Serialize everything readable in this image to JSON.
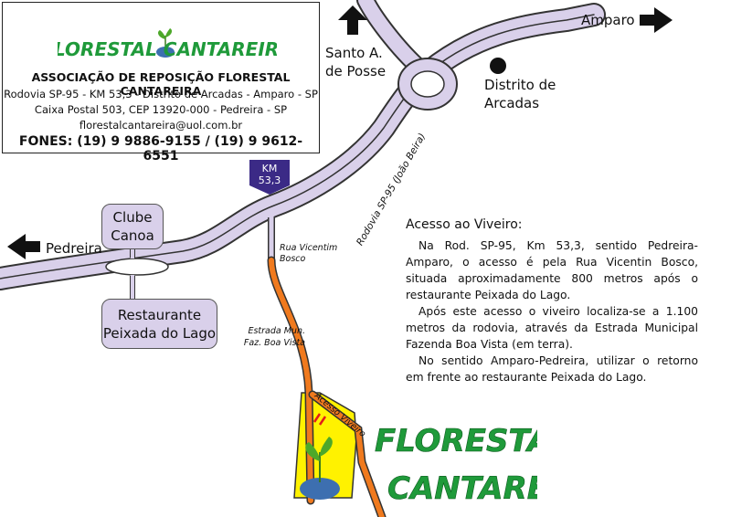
{
  "header": {
    "logo_text": "FLORESTAL CANTAREIRA",
    "organization": "ASSOCIAÇÃO DE REPOSIÇÃO FLORESTAL CANTAREIRA",
    "address_line1": "Rodovia SP-95 - KM 53,3 - Distrito de Arcadas - Amparo - SP",
    "address_line2": "Caixa Postal 503, CEP 13920-000 - Pedreira - SP",
    "email": "florestalcantareira@uol.com.br",
    "phones": "FONES: (19) 9 9886-9155 / (19) 9 9612-6551"
  },
  "map": {
    "destinations": {
      "santo_a_line1": "Santo A.",
      "santo_a_line2": "de Posse",
      "amparo": "Amparo",
      "pedreira": "Pedreira",
      "distrito_line1": "Distrito de",
      "distrito_line2": "Arcadas"
    },
    "km_marker": {
      "line1": "KM",
      "line2": "53,3"
    },
    "boxes": {
      "clube_line1": "Clube",
      "clube_line2": "Canoa",
      "restaurante_line1": "Restaurante",
      "restaurante_line2": "Peixada do Lago"
    },
    "road_labels": {
      "rodovia": "Rodovia SP-95 (João Beira)",
      "rua_line1": "Rua Vicentim",
      "rua_line2": "Bosco",
      "estrada_line1": "Estrada Mun.",
      "estrada_line2": "Faz. Boa Vista",
      "acesso": "Acesso Viveiro"
    },
    "big_logo_line1": "FLORESTAL",
    "big_logo_line2": "CANTAREIRA",
    "colors": {
      "highway_fill": "#d9d0ea",
      "access_road": "#f07a1e",
      "nursery_area": "#fff200",
      "km_badge": "#3b2a86",
      "logo_green": "#1f9a3a"
    }
  },
  "info": {
    "title": "Acesso ao Viveiro:",
    "paragraph1": "Na Rod. SP-95, Km 53,3, sentido Pedreira-Amparo, o acesso é pela Rua Vicentin Bosco, situada aproximadamente 800 metros após o restaurante Peixada do Lago.",
    "paragraph2": "Após este acesso o viveiro localiza-se a 1.100 metros da rodovia, através da Estrada Municipal Fazenda Boa Vista (em terra).",
    "paragraph3": "No sentido Amparo-Pedreira, utilizar o retorno em frente ao restaurante Peixada do Lago."
  }
}
